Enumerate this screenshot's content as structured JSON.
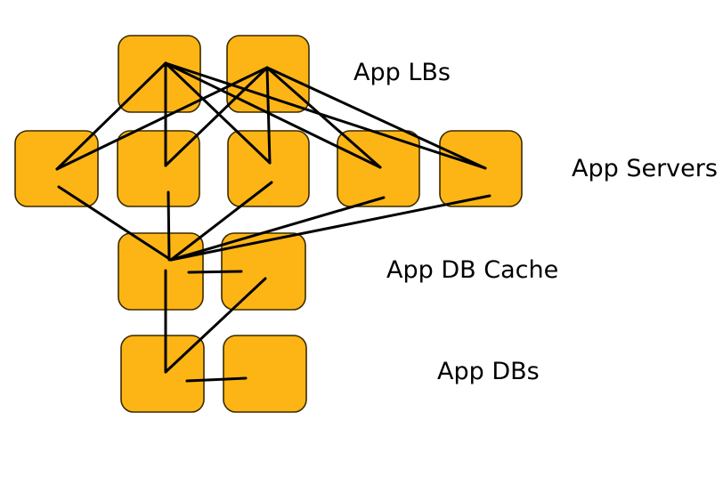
{
  "diagram": {
    "box_fill": "#FDB515",
    "box_stroke": "#3A2A00",
    "edge_color": "#000000",
    "tiers": {
      "lbs": {
        "label": "App LBs",
        "count": 2
      },
      "servers": {
        "label": "App Servers",
        "count": 5
      },
      "cache": {
        "label": "App DB Cache",
        "count": 2
      },
      "dbs": {
        "label": "App DBs",
        "count": 2
      }
    }
  }
}
